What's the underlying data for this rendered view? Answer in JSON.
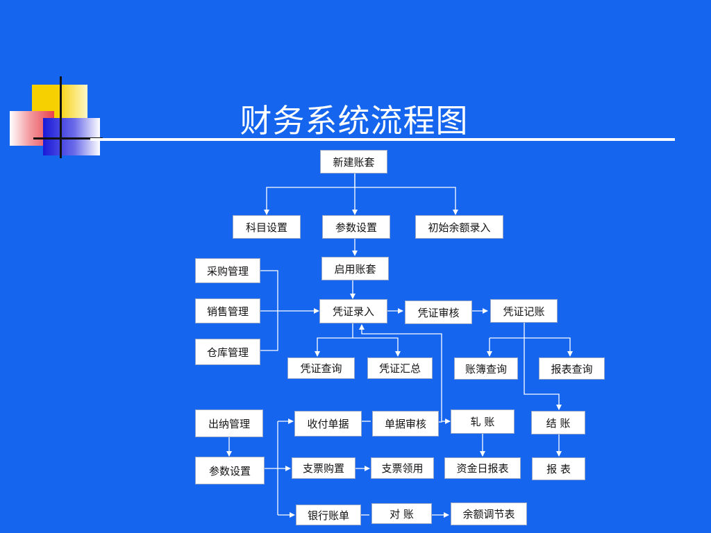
{
  "slide": {
    "title": "财务系统流程图"
  },
  "colors": {
    "background": "#1565ee",
    "node_fill": "#ffffff",
    "connector": "#ffffff",
    "deco_yellow": "#f6d000",
    "deco_red": "#e8414d",
    "deco_blue": "#1a1ad8"
  },
  "nodes": {
    "new_account_set": "新建账套",
    "subject_setup": "科目设置",
    "param_setup": "参数设置",
    "opening_balance": "初始余额录入",
    "enable_account_set": "启用账套",
    "purchase_mgmt": "采购管理",
    "sales_mgmt": "销售管理",
    "warehouse_mgmt": "仓库管理",
    "voucher_entry": "凭证录入",
    "voucher_review": "凭证审核",
    "voucher_posting": "凭证记账",
    "voucher_query": "凭证查询",
    "voucher_summary": "凭证汇总",
    "ledger_query": "账簿查询",
    "report_query": "报表查询",
    "cashier_mgmt": "出纳管理",
    "receipt_payment_docs": "收付单据",
    "doc_review": "单据审核",
    "settle_accounts": "轧 账",
    "closing": "结 账",
    "cashier_param_setup": "参数设置",
    "check_purchase": "支票购置",
    "check_issue": "支票领用",
    "daily_cash_report": "资金日报表",
    "report": "报 表",
    "bank_statement": "银行账单",
    "reconcile": "对 账",
    "balance_adjustment": "余额调节表"
  }
}
